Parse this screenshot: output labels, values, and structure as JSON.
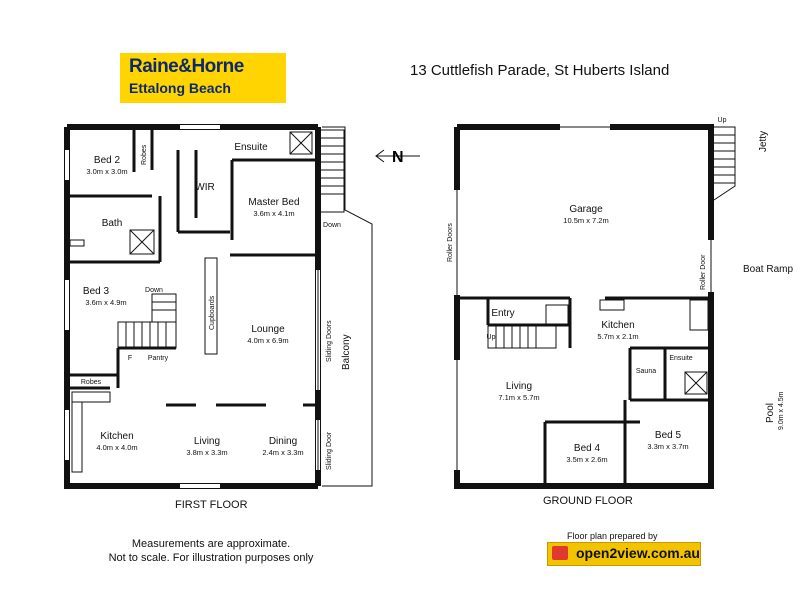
{
  "brand": {
    "name": "Raine&Horne",
    "office": "Ettalong Beach"
  },
  "address": "13 Cuttlefish Parade, St Huberts Island",
  "first_floor": {
    "title": "FIRST FLOOR",
    "rooms": [
      {
        "name": "Bed 2",
        "size": "3.0m x 3.0m"
      },
      {
        "name": "Robes"
      },
      {
        "name": "Ensuite"
      },
      {
        "name": "WIR"
      },
      {
        "name": "Master Bed",
        "size": "3.6m x 4.1m"
      },
      {
        "name": "Bath"
      },
      {
        "name": "Bed 3",
        "size": "3.6m x 4.9m"
      },
      {
        "name": "Down"
      },
      {
        "name": "Cupboards"
      },
      {
        "name": "Lounge",
        "size": "4.0m x 6.9m"
      },
      {
        "name": "Sliding Doors"
      },
      {
        "name": "Balcony"
      },
      {
        "name": "F"
      },
      {
        "name": "Pantry"
      },
      {
        "name": "Robes"
      },
      {
        "name": "Kitchen",
        "size": "4.0m x 4.0m"
      },
      {
        "name": "Living",
        "size": "3.8m x 3.3m"
      },
      {
        "name": "Dining",
        "size": "2.4m x 3.3m"
      },
      {
        "name": "Sliding Door"
      },
      {
        "name": "Down"
      }
    ]
  },
  "ground_floor": {
    "title": "GROUND FLOOR",
    "rooms": [
      {
        "name": "Garage",
        "size": "10.5m x 7.2m"
      },
      {
        "name": "Roller Doors"
      },
      {
        "name": "Roller Door"
      },
      {
        "name": "Up"
      },
      {
        "name": "Entry"
      },
      {
        "name": "Up"
      },
      {
        "name": "Kitchen",
        "size": "5.7m x 2.1m"
      },
      {
        "name": "Sauna"
      },
      {
        "name": "Ensuite"
      },
      {
        "name": "Living",
        "size": "7.1m x 5.7m"
      },
      {
        "name": "Bed 4",
        "size": "3.5m x 2.6m"
      },
      {
        "name": "Bed 5",
        "size": "3.3m x 3.7m"
      }
    ]
  },
  "outside": {
    "jetty": "Jetty",
    "boat_ramp": "Boat Ramp",
    "pool": "Pool",
    "pool_size": "9.0m x 4.5m"
  },
  "compass": "N",
  "disclaimer": [
    "Measurements are approximate.",
    "Not to scale.  For illustration purposes only"
  ],
  "prepared_by": "Floor plan prepared by",
  "provider": "open2view.com.au",
  "colors": {
    "brand_yellow": "#ffd400",
    "brand_blue": "#0b2a6b",
    "provider_yellow": "#f2c400"
  }
}
